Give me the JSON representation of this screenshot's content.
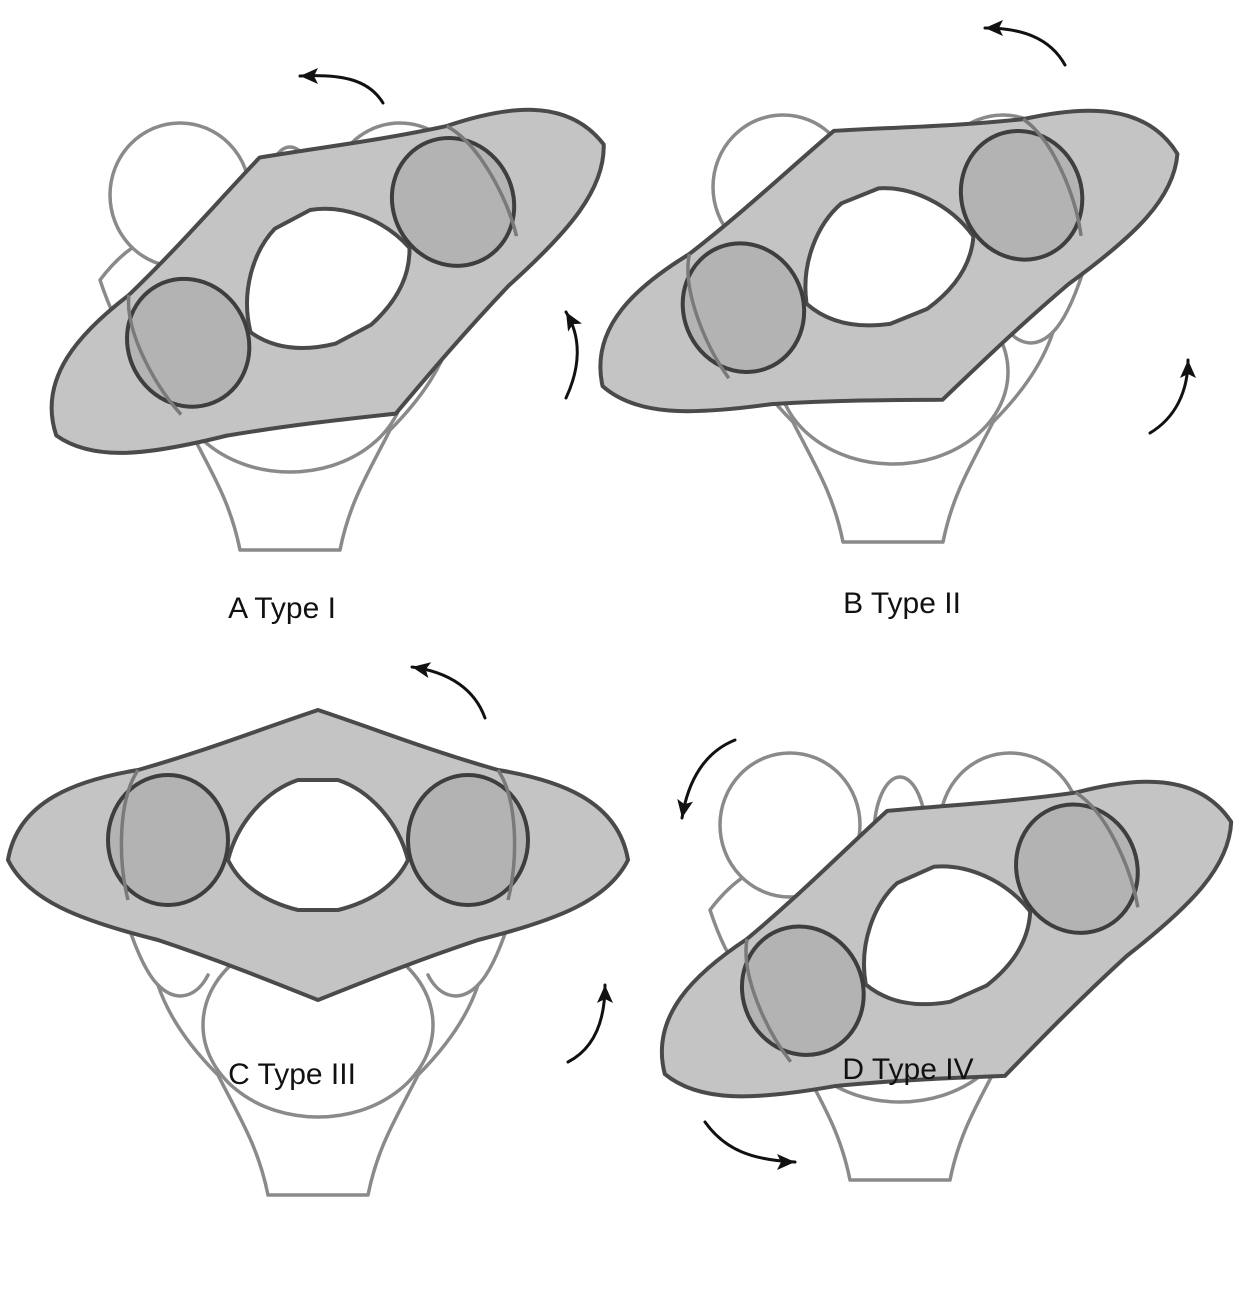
{
  "panels": [
    {
      "id": "A",
      "label": "A Type I"
    },
    {
      "id": "B",
      "label": "B Type II"
    },
    {
      "id": "C",
      "label": "C Type III"
    },
    {
      "id": "D",
      "label": "D Type IV"
    }
  ],
  "colors": {
    "background": "#ffffff",
    "bone_outline": "#8a8a8a",
    "atlas_fill": "#c4c4c4",
    "atlas_outline": "#4a4a4a",
    "arrow": "#111111"
  }
}
